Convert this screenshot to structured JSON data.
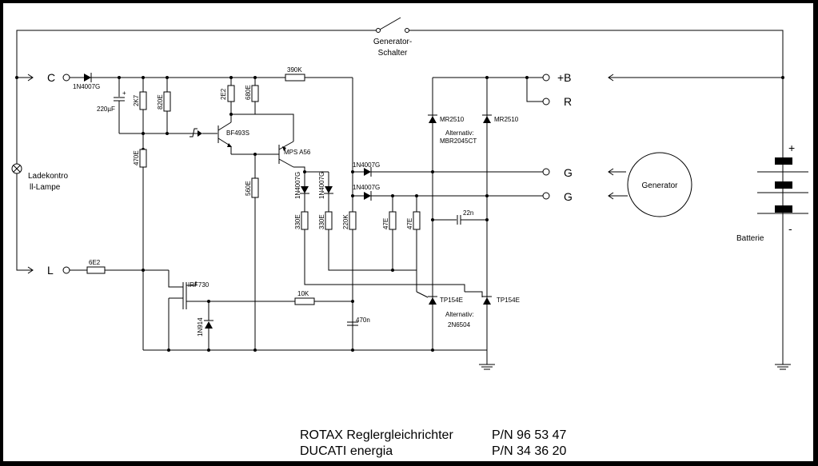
{
  "labels": {
    "switch_line1": "Generator-",
    "switch_line2": "Schalter",
    "term_c": "C",
    "term_l": "L",
    "term_b": "+B",
    "term_r": "R",
    "term_g1": "G",
    "term_g2": "G",
    "lamp_line1": "Ladekontro",
    "lamp_line2": "ll-Lampe",
    "generator": "Generator",
    "battery": "Batterie",
    "battery_plus": "+",
    "battery_minus": "-"
  },
  "parts": {
    "d_in": "1N4007G",
    "c1": "220µF",
    "c1_pol": "+",
    "r_2k7": "2K7",
    "r_820": "820E",
    "r_2e2": "2E2",
    "r_680": "680E",
    "r_390k": "390K",
    "q_bf": "BF493S",
    "q_mps": "MPS A56",
    "r_470": "470E",
    "r_560": "560E",
    "d_g1": "1N4007G",
    "d_g2": "1N4007G",
    "d_v1": "1N4007G",
    "d_v2": "1N4007G",
    "r_330a": "330E",
    "r_330b": "330E",
    "r_220k": "220K",
    "r_47a": "47E",
    "r_47b": "47E",
    "c_22n": "22n",
    "d_mr1": "MR2510",
    "d_mr2": "MR2510",
    "alt1_line1": "Alternativ:",
    "alt1_line2": "MBR2045CT",
    "r_6e2": "6E2",
    "q_irf": "IRF730",
    "d_1n914": "1N914",
    "r_10k": "10K",
    "c_470n": "470n",
    "thy1": "TP154E",
    "thy2": "TP154E",
    "alt2_line1": "Alternativ:",
    "alt2_line2": "2N6504"
  },
  "footer": {
    "row1_name": "ROTAX Reglergleichrichter",
    "row1_pn": "P/N 96 53 47",
    "row2_name": "DUCATI energia",
    "row2_pn": "P/N 34 36 20"
  }
}
